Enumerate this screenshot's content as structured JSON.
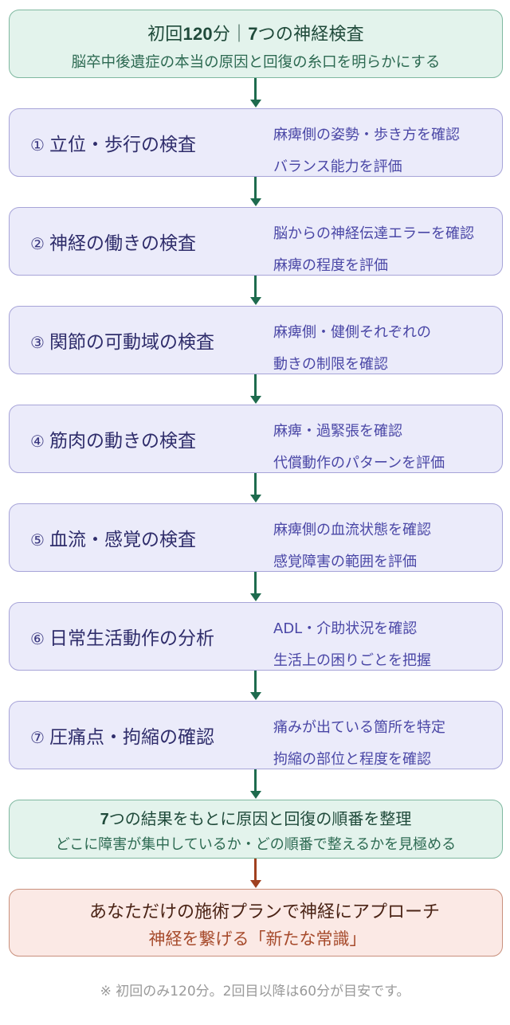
{
  "header": {
    "title_prefix": "初回",
    "title_minutes": "120",
    "title_unit": "分",
    "title_separator": "｜",
    "title_count": "7",
    "title_suffix": "つの神経検査",
    "subtitle": "脳卒中後遺症の本当の原因と回復の糸口を明らかにする"
  },
  "steps": [
    {
      "number": "①",
      "title": "立位・歩行の検査",
      "details": [
        "麻痺側の姿勢・歩き方を確認",
        "バランス能力を評価"
      ]
    },
    {
      "number": "②",
      "title": "神経の働きの検査",
      "details": [
        "脳からの神経伝達エラーを確認",
        "麻痺の程度を評価"
      ]
    },
    {
      "number": "③",
      "title": "関節の可動域の検査",
      "details": [
        "麻痺側・健側それぞれの",
        "動きの制限を確認"
      ]
    },
    {
      "number": "④",
      "title": "筋肉の動きの検査",
      "details": [
        "麻痺・過緊張を確認",
        "代償動作のパターンを評価"
      ]
    },
    {
      "number": "⑤",
      "title": "血流・感覚の検査",
      "details": [
        "麻痺側の血流状態を確認",
        "感覚障害の範囲を評価"
      ]
    },
    {
      "number": "⑥",
      "title": "日常生活動作の分析",
      "details": [
        "ADL・介助状況を確認",
        "生活上の困りごとを把握"
      ]
    },
    {
      "number": "⑦",
      "title": "圧痛点・拘縮の確認",
      "details": [
        "痛みが出ている箇所を特定",
        "拘縮の部位と程度を確認"
      ]
    }
  ],
  "summary": {
    "title_count": "7",
    "title_rest": "つの結果をもとに原因と回復の順番を整理",
    "subtitle": "どこに障害が集中しているか・どの順番で整えるかを見極める"
  },
  "final": {
    "title": "あなただけの施術プランで神経にアプローチ",
    "subtitle": "神経を繋げる「新たな常識」"
  },
  "footnote": "※ 初回のみ120分。2回目以降は60分が目安です。",
  "colors": {
    "header_bg": "#e3f3ec",
    "header_border": "#7fb8a0",
    "step_bg": "#ebebfa",
    "step_border": "#a7a4d8",
    "final_bg": "#fbe9e5",
    "final_border": "#c9907d",
    "arrow_green": "#1e6b4e",
    "arrow_brown": "#a0401f"
  }
}
